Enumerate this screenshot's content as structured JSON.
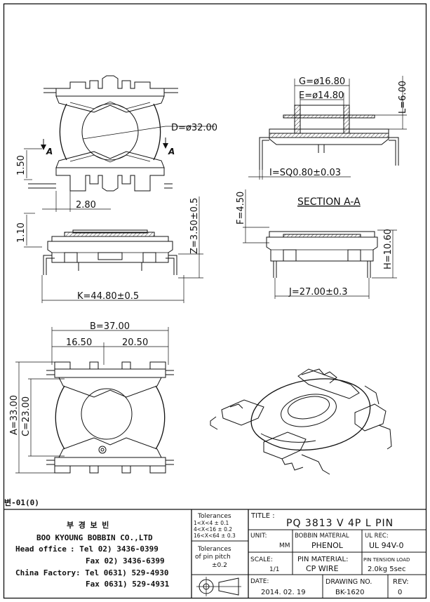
{
  "top_view": {
    "dim_d": "D=ø32.00",
    "dim_150": "1.50",
    "dim_280": "2.80",
    "section_mark": "A"
  },
  "side_view": {
    "dim_110": "1.10",
    "dim_z": "Z=3.50±0.5",
    "dim_k": "K=44.80±0.5"
  },
  "section_view": {
    "dim_g": "G=ø16.80",
    "dim_e": "E=ø14.80",
    "dim_l": "L=6.00",
    "dim_i": "I=SQ0.80±0.03",
    "section_title": "SECTION A-A"
  },
  "side_right": {
    "dim_f": "F=4.50",
    "dim_h": "H=10.60",
    "dim_j": "J=27.00±0.3"
  },
  "bottom_view": {
    "dim_b": "B=37.00",
    "dim_1650": "16.50",
    "dim_2050": "20.50",
    "dim_a": "A=33.00",
    "dim_c": "C=23.00"
  },
  "revision_note": "변-01(0)",
  "company": {
    "korean_name": "부 경 보 빈",
    "name": "BOO KYOUNG BOBBIN CO.,LTD",
    "head_office_label": "Head office",
    "head_tel": ": Tel  02) 3436-0399",
    "head_fax": "Fax  02) 3436-6399",
    "china_label": "China Factory",
    "china_tel": ": Tel 0631) 529-4930",
    "china_fax": "Fax 0631) 529-4931"
  },
  "tolerances": {
    "title": "Tolerances",
    "rows": [
      "1<X<4   ± 0.1",
      "4<X<16  ± 0.2",
      "16<X<64 ± 0.3"
    ],
    "pitch_title": "Tolerances",
    "pitch_sub": "of pin pitch",
    "pitch_value": "±0.2"
  },
  "title_block": {
    "title_label": "TITLE :",
    "title_value": "PQ 3813 V 4P   L PIN",
    "unit_label": "UNIT:",
    "unit_value": "MM",
    "bobbin_label": "BOBBIN MATERIAL",
    "bobbin_value": "PHENOL",
    "ul_label": "UL REC:",
    "ul_value": "UL 94V-0",
    "scale_label": "SCALE:",
    "scale_value": "1/1",
    "pin_label": "PIN MATERIAL:",
    "pin_value": "CP WIRE",
    "tension_label": "PIN TENSION LOAD",
    "tension_value": "2.0kg 5sec",
    "date_label": "DATE:",
    "date_value": "2014. 02. 19",
    "drawing_label": "DRAWING NO.",
    "drawing_value": "BK-1620",
    "rev_label": "REV:",
    "rev_value": "0"
  }
}
